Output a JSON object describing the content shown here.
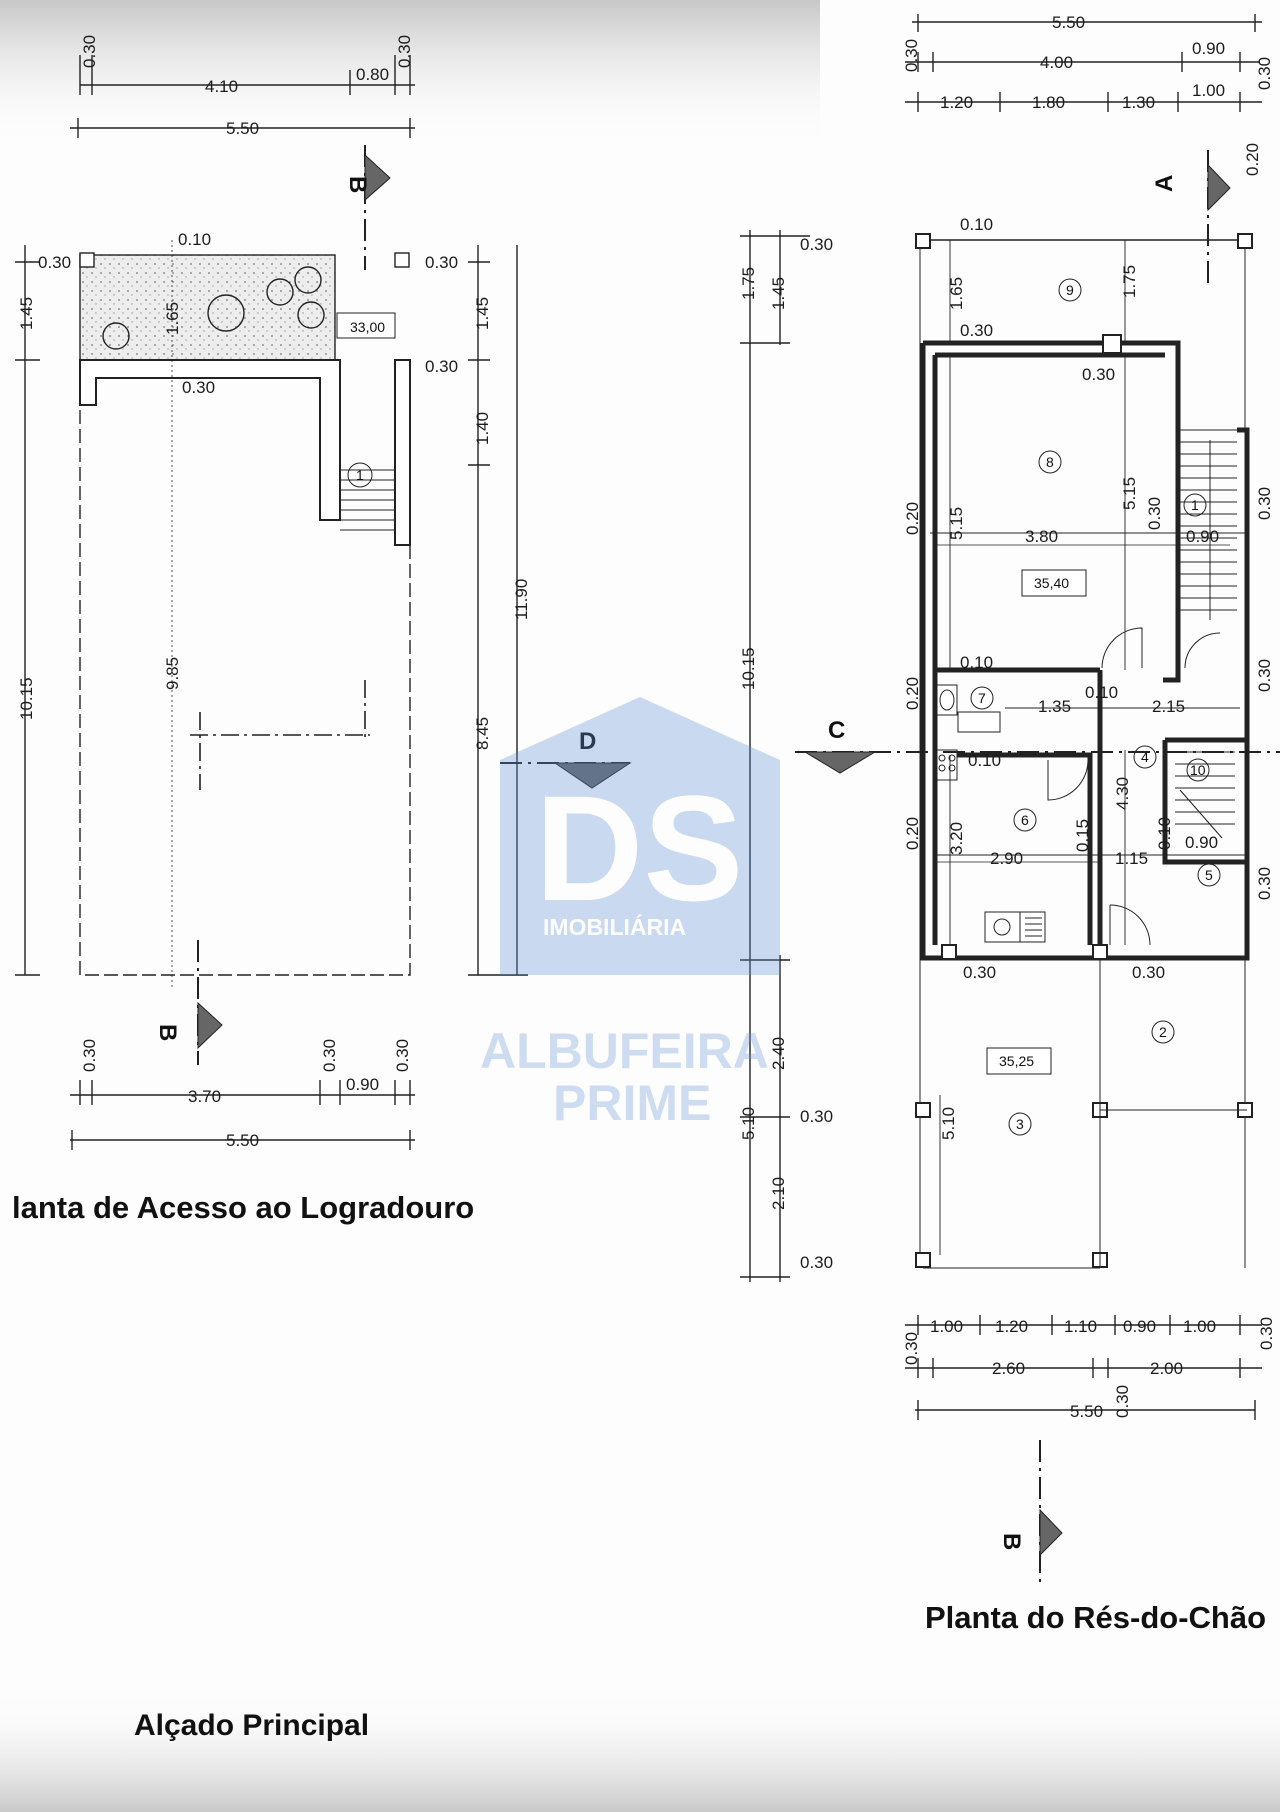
{
  "titles": {
    "left_plan": "lanta de Acesso ao Logradouro",
    "right_plan": "Planta do Rés-do-Chão",
    "elevation": "Alçado Principal"
  },
  "watermark": {
    "logo": "DS",
    "line1": "IMOBILIÁRIA",
    "line2": "ALBUFEIRA",
    "line3": "PRIME",
    "color": "#3f74c2"
  },
  "sections": {
    "a": "A",
    "b": "B",
    "c": "C",
    "d": "D"
  },
  "left_plan": {
    "top_dims": [
      "0.30",
      "4.10",
      "0.80",
      "0.30",
      "5.50"
    ],
    "bottom_dims": [
      "0.30",
      "3.70",
      "0.30",
      "0.90",
      "0.30",
      "5.50"
    ],
    "left_dims": [
      "0.30",
      "1.45",
      "10.15"
    ],
    "inner_dims": [
      "0.10",
      "1.65",
      "0.30",
      "9.85"
    ],
    "right_dims": [
      "0.30",
      "1.45",
      "0.30",
      "1.40",
      "8.45",
      "11.90"
    ],
    "area": "33,00",
    "stair_no": "1"
  },
  "right_plan": {
    "top_dims": [
      "5.50",
      "0.30",
      "4.00",
      "0.90",
      "0.30",
      "1.20",
      "1.80",
      "1.30",
      "1.00",
      "0.20"
    ],
    "left_chain": [
      "0.30",
      "1.75",
      "1.45",
      "10.15",
      "5.10",
      "0.30",
      "2.40",
      "2.10",
      "0.30"
    ],
    "interior_dims": [
      "0.10",
      "1.65",
      "1.75",
      "0.30",
      "0.30",
      "5.15",
      "5.15",
      "3.80",
      "0.30",
      "0.90",
      "0.30",
      "0.20",
      "0.20",
      "0.10",
      "0.10",
      "1.35",
      "2.15",
      "0.10",
      "0.30",
      "0.20",
      "3.20",
      "2.90",
      "0.15",
      "1.15",
      "4.30",
      "0.10",
      "0.90",
      "0.30",
      "0.30",
      "0.30",
      "5.10"
    ],
    "bottom_dims": [
      "1.00",
      "1.20",
      "1.10",
      "0.90",
      "1.00",
      "0.30",
      "0.30",
      "2.60",
      "2.00",
      "0.30",
      "5.50"
    ],
    "areas": [
      "35,40",
      "35,25"
    ],
    "rooms": [
      "1",
      "2",
      "3",
      "4",
      "5",
      "6",
      "7",
      "8",
      "9",
      "10"
    ]
  }
}
